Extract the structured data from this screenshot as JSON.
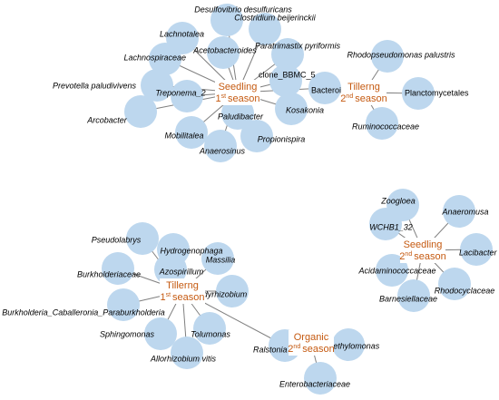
{
  "colors": {
    "node_fill": "#bdd7ee",
    "hub_text": "#c55a11",
    "edge": "#7f7f7f",
    "label": "#000000"
  },
  "modules": [
    {
      "id": "seedling-1",
      "hub": {
        "line1": "Seedling",
        "ordinal_number": "1",
        "ordinal_suffix": "st",
        "season_word": "season"
      },
      "members": [
        {
          "label": "Desulfovibrio desulfuricans",
          "italic": true
        },
        {
          "label": "Lachnotalea",
          "italic": true
        },
        {
          "label": "Clostridium beijerinckii",
          "italic": true
        },
        {
          "label": "Acetobacteroides",
          "italic": true
        },
        {
          "label": "Lachnospiraceae",
          "italic": true
        },
        {
          "label": "Paratrimastix pyriformis",
          "italic": true
        },
        {
          "label": "clone_BBMC_5",
          "italic": false
        },
        {
          "label": "Prevotella paludivivens",
          "italic": true
        },
        {
          "label": "Treponema_2",
          "italic": true
        },
        {
          "label": "Bacteroidales",
          "italic": false
        },
        {
          "label": "Arcobacter",
          "italic": true
        },
        {
          "label": "Kosakonia",
          "italic": true
        },
        {
          "label": "Paludibacter",
          "italic": true
        },
        {
          "label": "Mobilitalea",
          "italic": true
        },
        {
          "label": "Propionispira",
          "italic": true
        },
        {
          "label": "Anaerosinus",
          "italic": true
        }
      ]
    },
    {
      "id": "tillering-2",
      "hub": {
        "line1": "Tillerng",
        "ordinal_number": "2",
        "ordinal_suffix": "nd",
        "season_word": "season"
      },
      "members": [
        {
          "label": "Rhodopseudomonas palustris",
          "italic": true
        },
        {
          "label": "Planctomycetales",
          "italic": false
        },
        {
          "label": "Ruminococcaceae",
          "italic": true
        }
      ]
    },
    {
      "id": "seedling-2",
      "hub": {
        "line1": "Seedling",
        "ordinal_number": "2",
        "ordinal_suffix": "nd",
        "season_word": "season"
      },
      "members": [
        {
          "label": "Zoogloea",
          "italic": true
        },
        {
          "label": "Anaeromusa",
          "italic": true
        },
        {
          "label": "WCHB1_32",
          "italic": true
        },
        {
          "label": "Lacibacter",
          "italic": true
        },
        {
          "label": "Acidaminococcaceae",
          "italic": true
        },
        {
          "label": "Rhodocyclaceae",
          "italic": true
        },
        {
          "label": "Barnesiellaceae",
          "italic": true
        }
      ]
    },
    {
      "id": "tillering-1",
      "hub": {
        "line1": "Tillerng",
        "ordinal_number": "1",
        "ordinal_suffix": "st",
        "season_word": "season"
      },
      "members": [
        {
          "label": "Pseudolabrys",
          "italic": true
        },
        {
          "label": "Hydrogenophaga",
          "italic": true
        },
        {
          "label": "Massilia",
          "italic": true
        },
        {
          "label": "Burkholderiaceae",
          "italic": true
        },
        {
          "label": "Azospirillum",
          "italic": true
        },
        {
          "label": "Bradyrhizobium",
          "italic": true
        },
        {
          "label": "Burkholderia_Caballeronia_Paraburkholderia",
          "italic": true
        },
        {
          "label": "Sphingomonas",
          "italic": true
        },
        {
          "label": "Tolumonas",
          "italic": true
        },
        {
          "label": "Allorhizobium vitis",
          "italic": true
        },
        {
          "label": "Ralstonia pickettii",
          "italic": true
        }
      ]
    },
    {
      "id": "organic-2",
      "hub": {
        "line1": "Organic",
        "ordinal_number": "2",
        "ordinal_suffix": "nd",
        "season_word": "season"
      },
      "members": [
        {
          "label": "Ralstonia pickettii",
          "italic": true,
          "shared": true
        },
        {
          "label": "Methylomonas",
          "italic": true
        },
        {
          "label": "Enterobacteriaceae",
          "italic": true
        }
      ]
    }
  ]
}
